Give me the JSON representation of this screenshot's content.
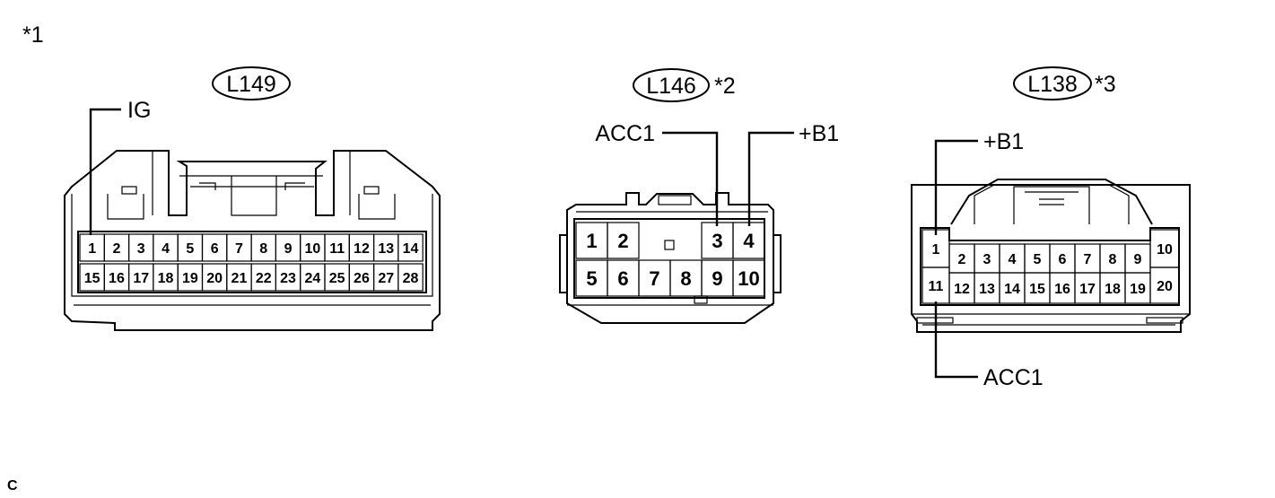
{
  "figure_note": "*1",
  "corner_code": "C",
  "connectors": [
    {
      "id": "L149",
      "note": "",
      "pins_top": [
        "1",
        "2",
        "3",
        "4",
        "5",
        "6",
        "7",
        "8",
        "9",
        "10",
        "11",
        "12",
        "13",
        "14"
      ],
      "pins_bottom": [
        "15",
        "16",
        "17",
        "18",
        "19",
        "20",
        "21",
        "22",
        "23",
        "24",
        "25",
        "26",
        "27",
        "28"
      ],
      "callouts": [
        {
          "label": "IG",
          "pin": "1"
        }
      ]
    },
    {
      "id": "L146",
      "note": "*2",
      "pins_top": [
        "1",
        "2",
        "",
        "3",
        "4"
      ],
      "pins_bottom": [
        "5",
        "6",
        "7",
        "8",
        "9",
        "10"
      ],
      "callouts": [
        {
          "label": "ACC1",
          "pin": "3"
        },
        {
          "label": "+B1",
          "pin": "4"
        }
      ]
    },
    {
      "id": "L138",
      "note": "*3",
      "pins_top": [
        "1",
        "2",
        "3",
        "4",
        "5",
        "6",
        "7",
        "8",
        "9",
        "10"
      ],
      "pins_bottom": [
        "11",
        "12",
        "13",
        "14",
        "15",
        "16",
        "17",
        "18",
        "19",
        "20"
      ],
      "callouts": [
        {
          "label": "+B1",
          "pin": "1"
        },
        {
          "label": "ACC1",
          "pin": "11"
        }
      ]
    }
  ]
}
